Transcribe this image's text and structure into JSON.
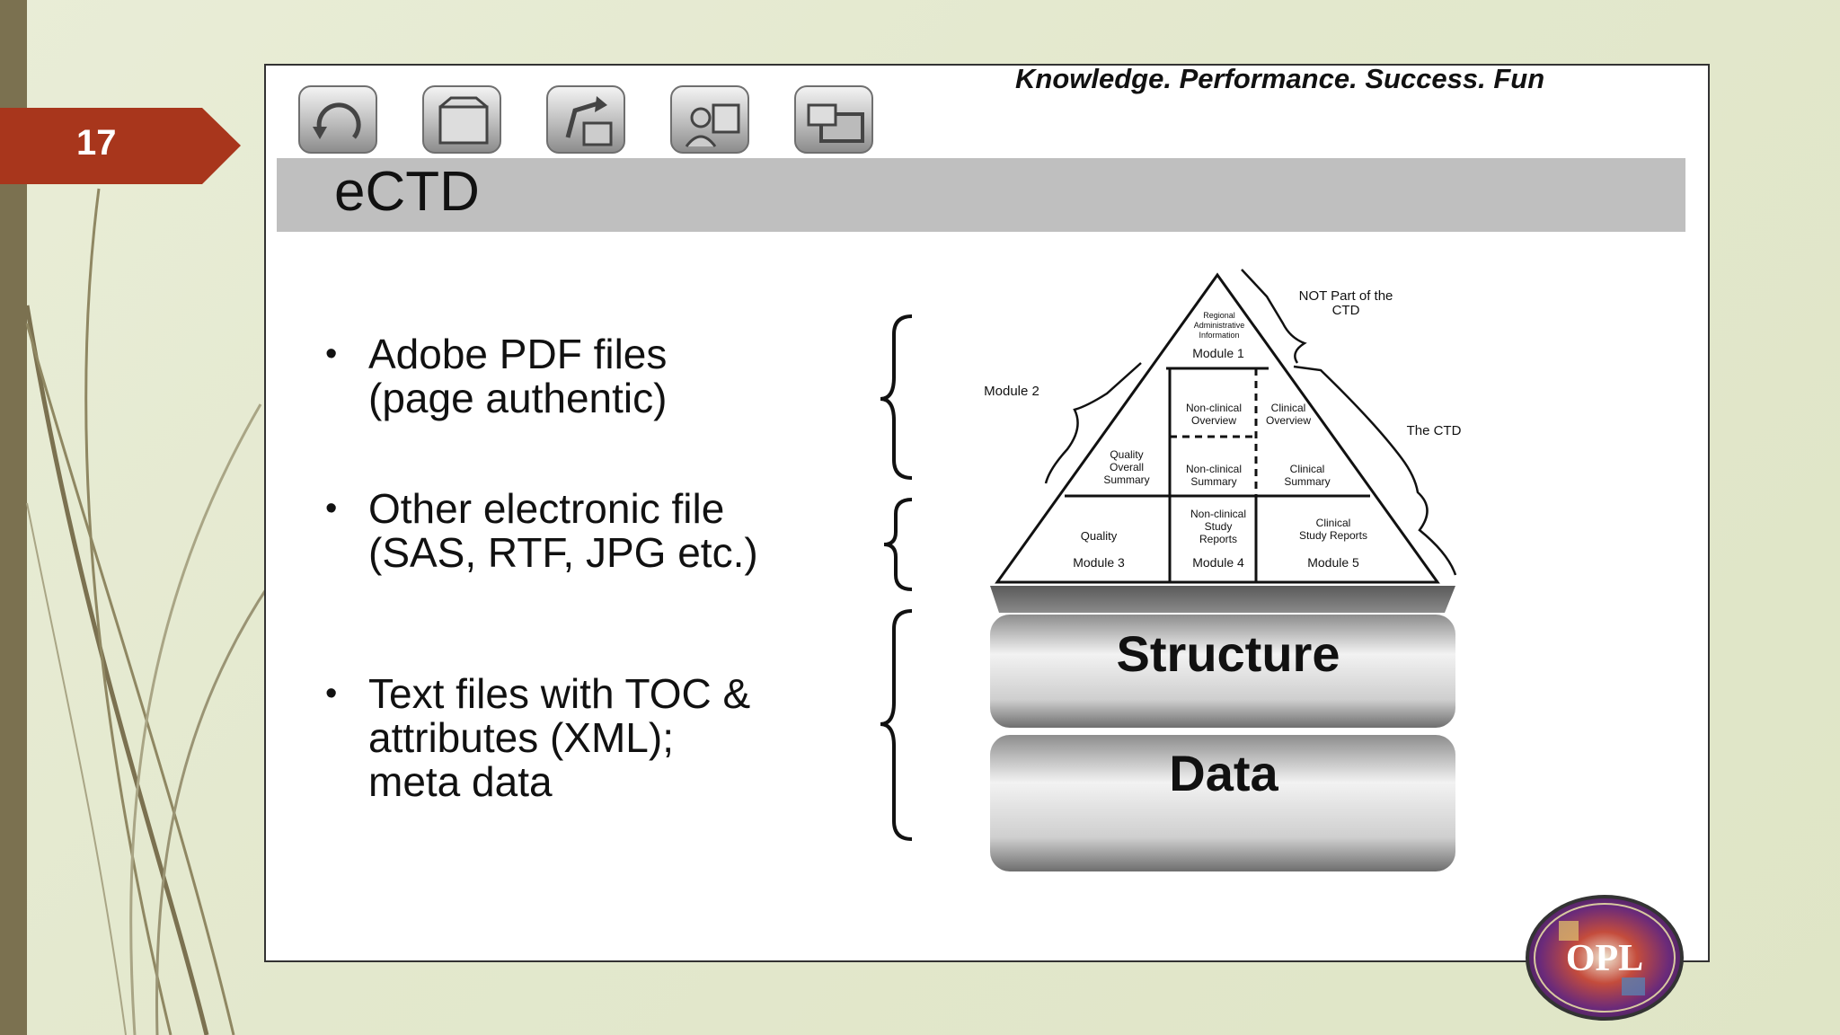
{
  "slide": {
    "number": "17"
  },
  "header": {
    "motto": "Knowledge. Performance. Success. Fun",
    "title": "eCTD",
    "icons": [
      "refresh-folder-icon",
      "open-folder-icon",
      "recycle-folder-icon",
      "user-folder-icon",
      "monitor-folder-icon"
    ]
  },
  "bullets": [
    {
      "line1": "Adobe PDF files",
      "line2": "(page authentic)",
      "line3": ""
    },
    {
      "line1": "Other electronic file",
      "line2": "(SAS, RTF, JPG etc.)",
      "line3": ""
    },
    {
      "line1": "Text files with TOC &",
      "line2": "attributes (XML);",
      "line3": "meta data"
    }
  ],
  "diagram": {
    "not_part_label_1": "NOT Part of the",
    "not_part_label_2": "CTD",
    "module2_label": "Module 2",
    "the_ctd_label": "The CTD",
    "module1": {
      "desc_1": "Regional",
      "desc_2": "Administrative",
      "desc_3": "Information",
      "label": "Module 1"
    },
    "nonclinical_overview_1": "Non-clinical",
    "nonclinical_overview_2": "Overview",
    "clinical_overview_1": "Clinical",
    "clinical_overview_2": "Overview",
    "quality_summary_1": "Quality",
    "quality_summary_2": "Overall",
    "quality_summary_3": "Summary",
    "nonclinical_summary_1": "Non-clinical",
    "nonclinical_summary_2": "Summary",
    "clinical_summary_1": "Clinical",
    "clinical_summary_2": "Summary",
    "module3": {
      "desc": "Quality",
      "label": "Module 3"
    },
    "module4": {
      "desc_1": "Non-clinical",
      "desc_2": "Study",
      "desc_3": "Reports",
      "label": "Module 4"
    },
    "module5": {
      "desc_1": "Clinical",
      "desc_2": "Study Reports",
      "label": "Module 5"
    },
    "structure_label": "Structure",
    "data_label": "Data"
  },
  "logo": {
    "text": "OPL"
  },
  "colors": {
    "accent_tab": "#a8361c",
    "left_strip": "#7b7150",
    "title_bar": "#bfbfbf"
  }
}
